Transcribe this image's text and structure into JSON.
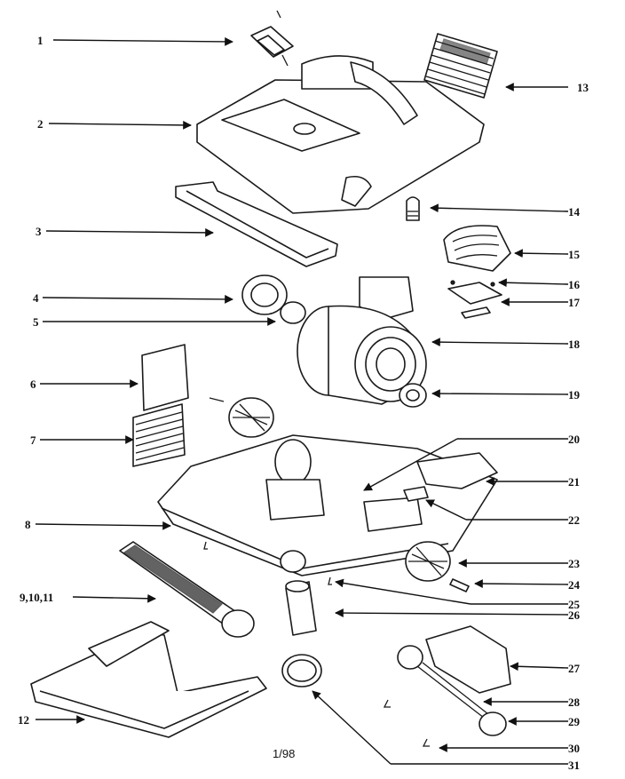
{
  "callouts": [
    {
      "label": "1"
    },
    {
      "label": "2"
    },
    {
      "label": "3"
    },
    {
      "label": "4"
    },
    {
      "label": "5"
    },
    {
      "label": "6"
    },
    {
      "label": "7"
    },
    {
      "label": "8"
    },
    {
      "label": "9,10,11"
    },
    {
      "label": "12"
    },
    {
      "label": "13"
    },
    {
      "label": "14"
    },
    {
      "label": "15"
    },
    {
      "label": "16"
    },
    {
      "label": "17"
    },
    {
      "label": "18"
    },
    {
      "label": "19"
    },
    {
      "label": "20"
    },
    {
      "label": "21"
    },
    {
      "label": "22"
    },
    {
      "label": "23"
    },
    {
      "label": "24"
    },
    {
      "label": "25"
    },
    {
      "label": "26"
    },
    {
      "label": "27"
    },
    {
      "label": "28"
    },
    {
      "label": "29"
    },
    {
      "label": "30"
    },
    {
      "label": "31"
    }
  ],
  "footer": {
    "page": "1/98"
  },
  "colors": {
    "ink": "#111111",
    "paper": "#ffffff"
  }
}
